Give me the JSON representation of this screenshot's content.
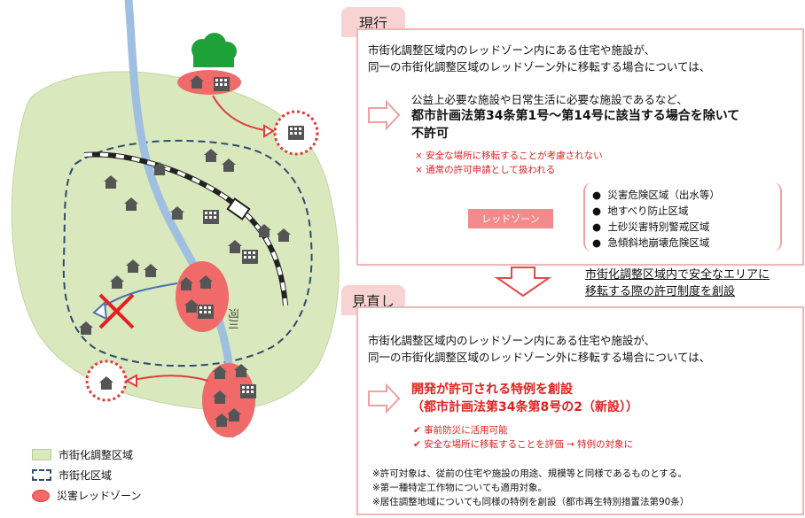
{
  "current": {
    "tab": "現行",
    "line1": "市街化調整区域内のレッドゾーン内にある住宅や施設が、",
    "line2": "同一の市街化調整区域のレッドゾーン外に移転する場合については、",
    "point1": "公益上必要な施設や日常生活に必要な施設であるなど、",
    "point2": "都市計画法第34条第1号～第14号に該当する場合を除いて",
    "point3": "不許可",
    "note1": "× 安全な場所に移転することが考慮されない",
    "note2": "× 通常の許可申請として扱われる",
    "redzone_label": "レッドゾーン",
    "redzone_items": [
      "災害危険区域（出水等）",
      "地すべり防止区域",
      "土砂災害特別警戒区域",
      "急傾斜地崩壊危険区域"
    ]
  },
  "arrow_text": {
    "line1": "市街化調整区域内で安全なエリアに",
    "line2": "移転する際の許可制度を創設"
  },
  "revised": {
    "tab": "見直し",
    "line1": "市街化調整区域内のレッドゾーン内にある住宅や施設が、",
    "line2": "同一の市街化調整区域のレッドゾーン外に移転する場合については、",
    "point1": "開発が許可される特例を創設",
    "point2": "（都市計画法第34条第8号の2（新設））",
    "check1": "✔ 事前防災に活用可能",
    "check2": "✔ 安全な場所に移転することを評価 → 特例の対象に",
    "foot1": "※許可対象は、従前の住宅や施設の用途、規模等と同様であるものとする。",
    "foot2": "※第一種特定工作物についても適用対象。",
    "foot3": "※居住調整地域についても同様の特例を創設（都市再生特別措置法第90条）"
  },
  "map": {
    "river_label": "河川"
  },
  "legend": {
    "items": [
      "市街化調整区域",
      "市街化区域",
      "災害レッドゾーン"
    ]
  },
  "colors": {
    "accent_red": "#e02020",
    "tab_pink": "#f7d3d3",
    "area_green": "#d9e8bd",
    "river_blue": "#9fbfe0"
  }
}
